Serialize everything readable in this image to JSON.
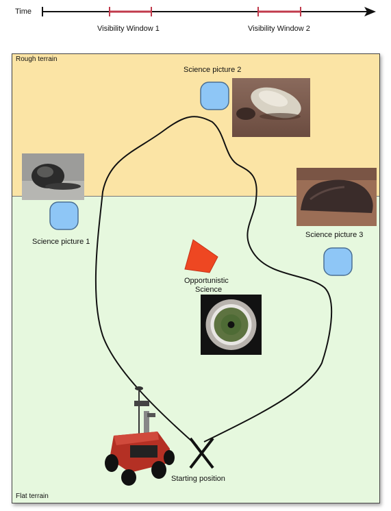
{
  "timeline": {
    "label": "Time",
    "window1": "Visibility Window 1",
    "window2": "Visibility Window 2"
  },
  "map": {
    "rough_label": "Rough terrain",
    "flat_label": "Flat terrain",
    "science1": "Science picture 1",
    "science2": "Science picture 2",
    "science3": "Science picture 3",
    "opportunistic_line1": "Opportunistic",
    "opportunistic_line2": "Science",
    "start_label": "Starting position"
  },
  "colors": {
    "rough": "#fbe4a5",
    "flat": "#e6f8de",
    "marker": "#8ec6f6",
    "opportunistic": "#ee4722",
    "window": "#c0394b"
  }
}
